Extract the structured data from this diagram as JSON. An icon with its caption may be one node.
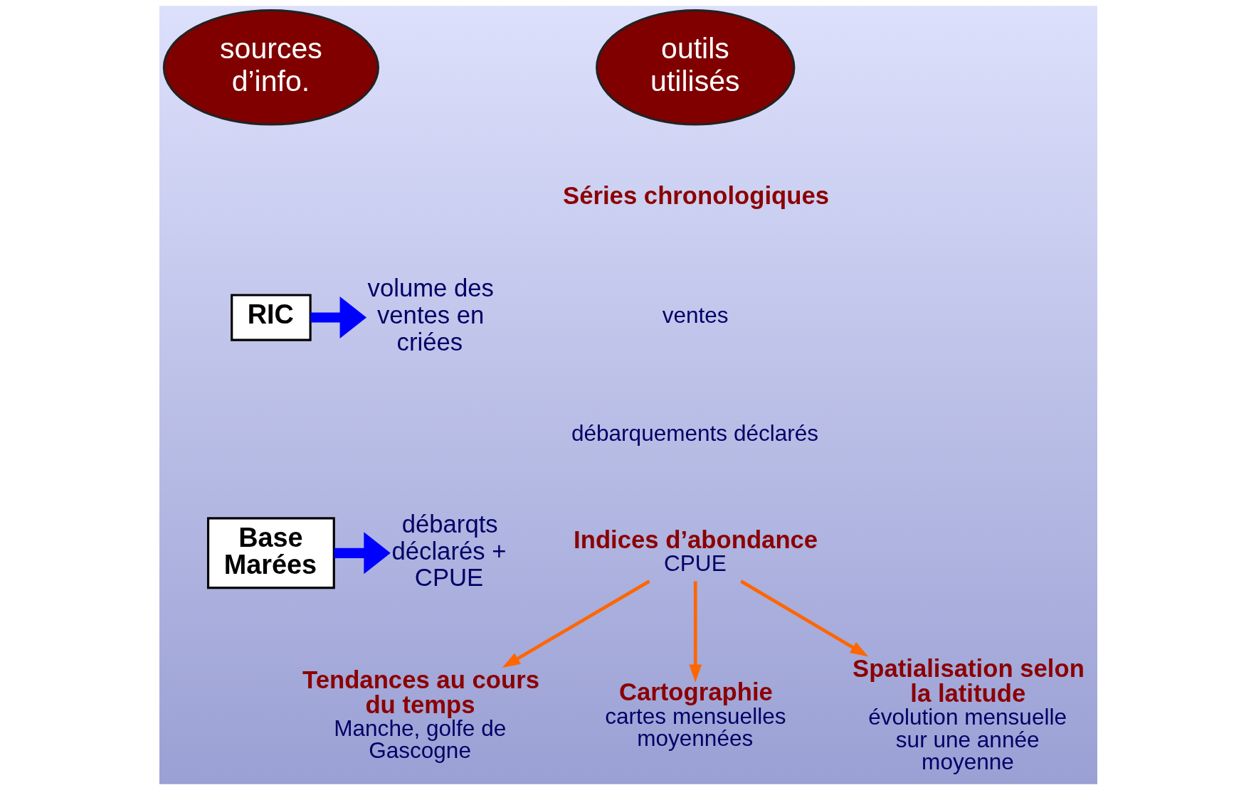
{
  "diagram": {
    "nodes": [
      {
        "text": [
          "sources d’info."
        ]
      },
      {
        "text": [
          "outils utilisés"
        ]
      },
      {
        "text": [
          "RIC"
        ]
      },
      {
        "text": [
          "Base Marées"
        ]
      },
      {
        "text": [
          "volume des ventes en criées"
        ]
      },
      {
        "text": [
          "débarqts déclarés + CPUE"
        ]
      },
      {
        "text": [
          "Indices d’abondance",
          "CPUE"
        ]
      },
      {
        "text": [
          "Tendances au cours du temps",
          "Manche, golfe de Gascogne"
        ]
      },
      {
        "text": [
          "Cartographie",
          "cartes mensuelles moyennées"
        ]
      },
      {
        "text": [
          "Spatialisation selon la latitude",
          "évolution mensuelle sur une année moyenne"
        ]
      }
    ],
    "edges": [
      {
        "from": 2,
        "to": 4,
        "arrow": "to",
        "style": "thick",
        "color": "#0000ff"
      },
      {
        "from": 3,
        "to": 5,
        "arrow": "to",
        "style": "thick",
        "color": "#0000ff"
      },
      {
        "from": 6,
        "to": 7,
        "arrow": "to"
      },
      {
        "from": 6,
        "to": 8,
        "arrow": "to"
      },
      {
        "from": 6,
        "to": 9,
        "arrow": "to"
      }
    ],
    "labels": [
      "Séries chronologiques",
      "ventes",
      "débarquements déclarés"
    ]
  }
}
